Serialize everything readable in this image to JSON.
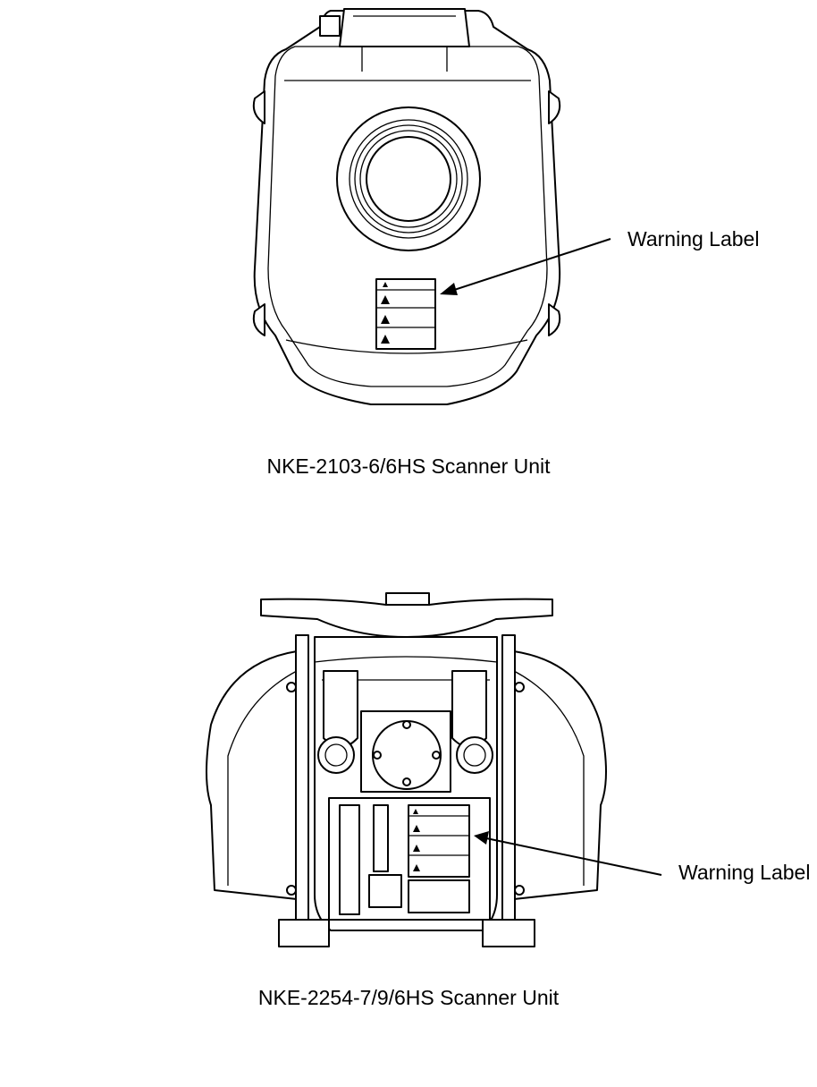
{
  "figures": [
    {
      "callout": "Warning Label",
      "caption": "NKE-2103-6/6HS Scanner Unit"
    },
    {
      "callout": "Warning Label",
      "caption": "NKE-2254-7/9/6HS Scanner Unit"
    }
  ]
}
